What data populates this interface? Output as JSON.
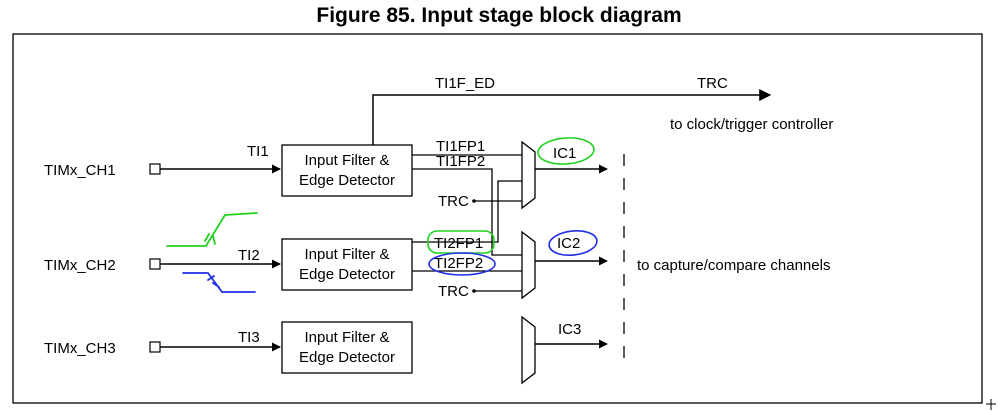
{
  "title": "Figure 85. Input stage block diagram",
  "colors": {
    "line": "#000000",
    "green_annotation": "#1fd21f",
    "blue_annotation": "#1f2fe6"
  },
  "inputs": {
    "ch1": "TIMx_CH1",
    "ch2": "TIMx_CH2",
    "ch3": "TIMx_CH3"
  },
  "signals": {
    "ti1": "TI1",
    "ti2": "TI2",
    "ti3": "TI3",
    "ti1f_ed": "TI1F_ED",
    "ti1fp1": "TI1FP1",
    "ti1fp2": "TI1FP2",
    "ti2fp1": "TI2FP1",
    "ti2fp2": "TI2FP2",
    "trc": "TRC",
    "ic1": "IC1",
    "ic2": "IC2",
    "ic3": "IC3"
  },
  "blocks": {
    "filter_line1": "Input Filter &",
    "filter_line2": "Edge Detector"
  },
  "outputs": {
    "trc_out": "TRC",
    "clock_trigger": "to clock/trigger controller",
    "capture_compare": "to capture/compare channels"
  }
}
